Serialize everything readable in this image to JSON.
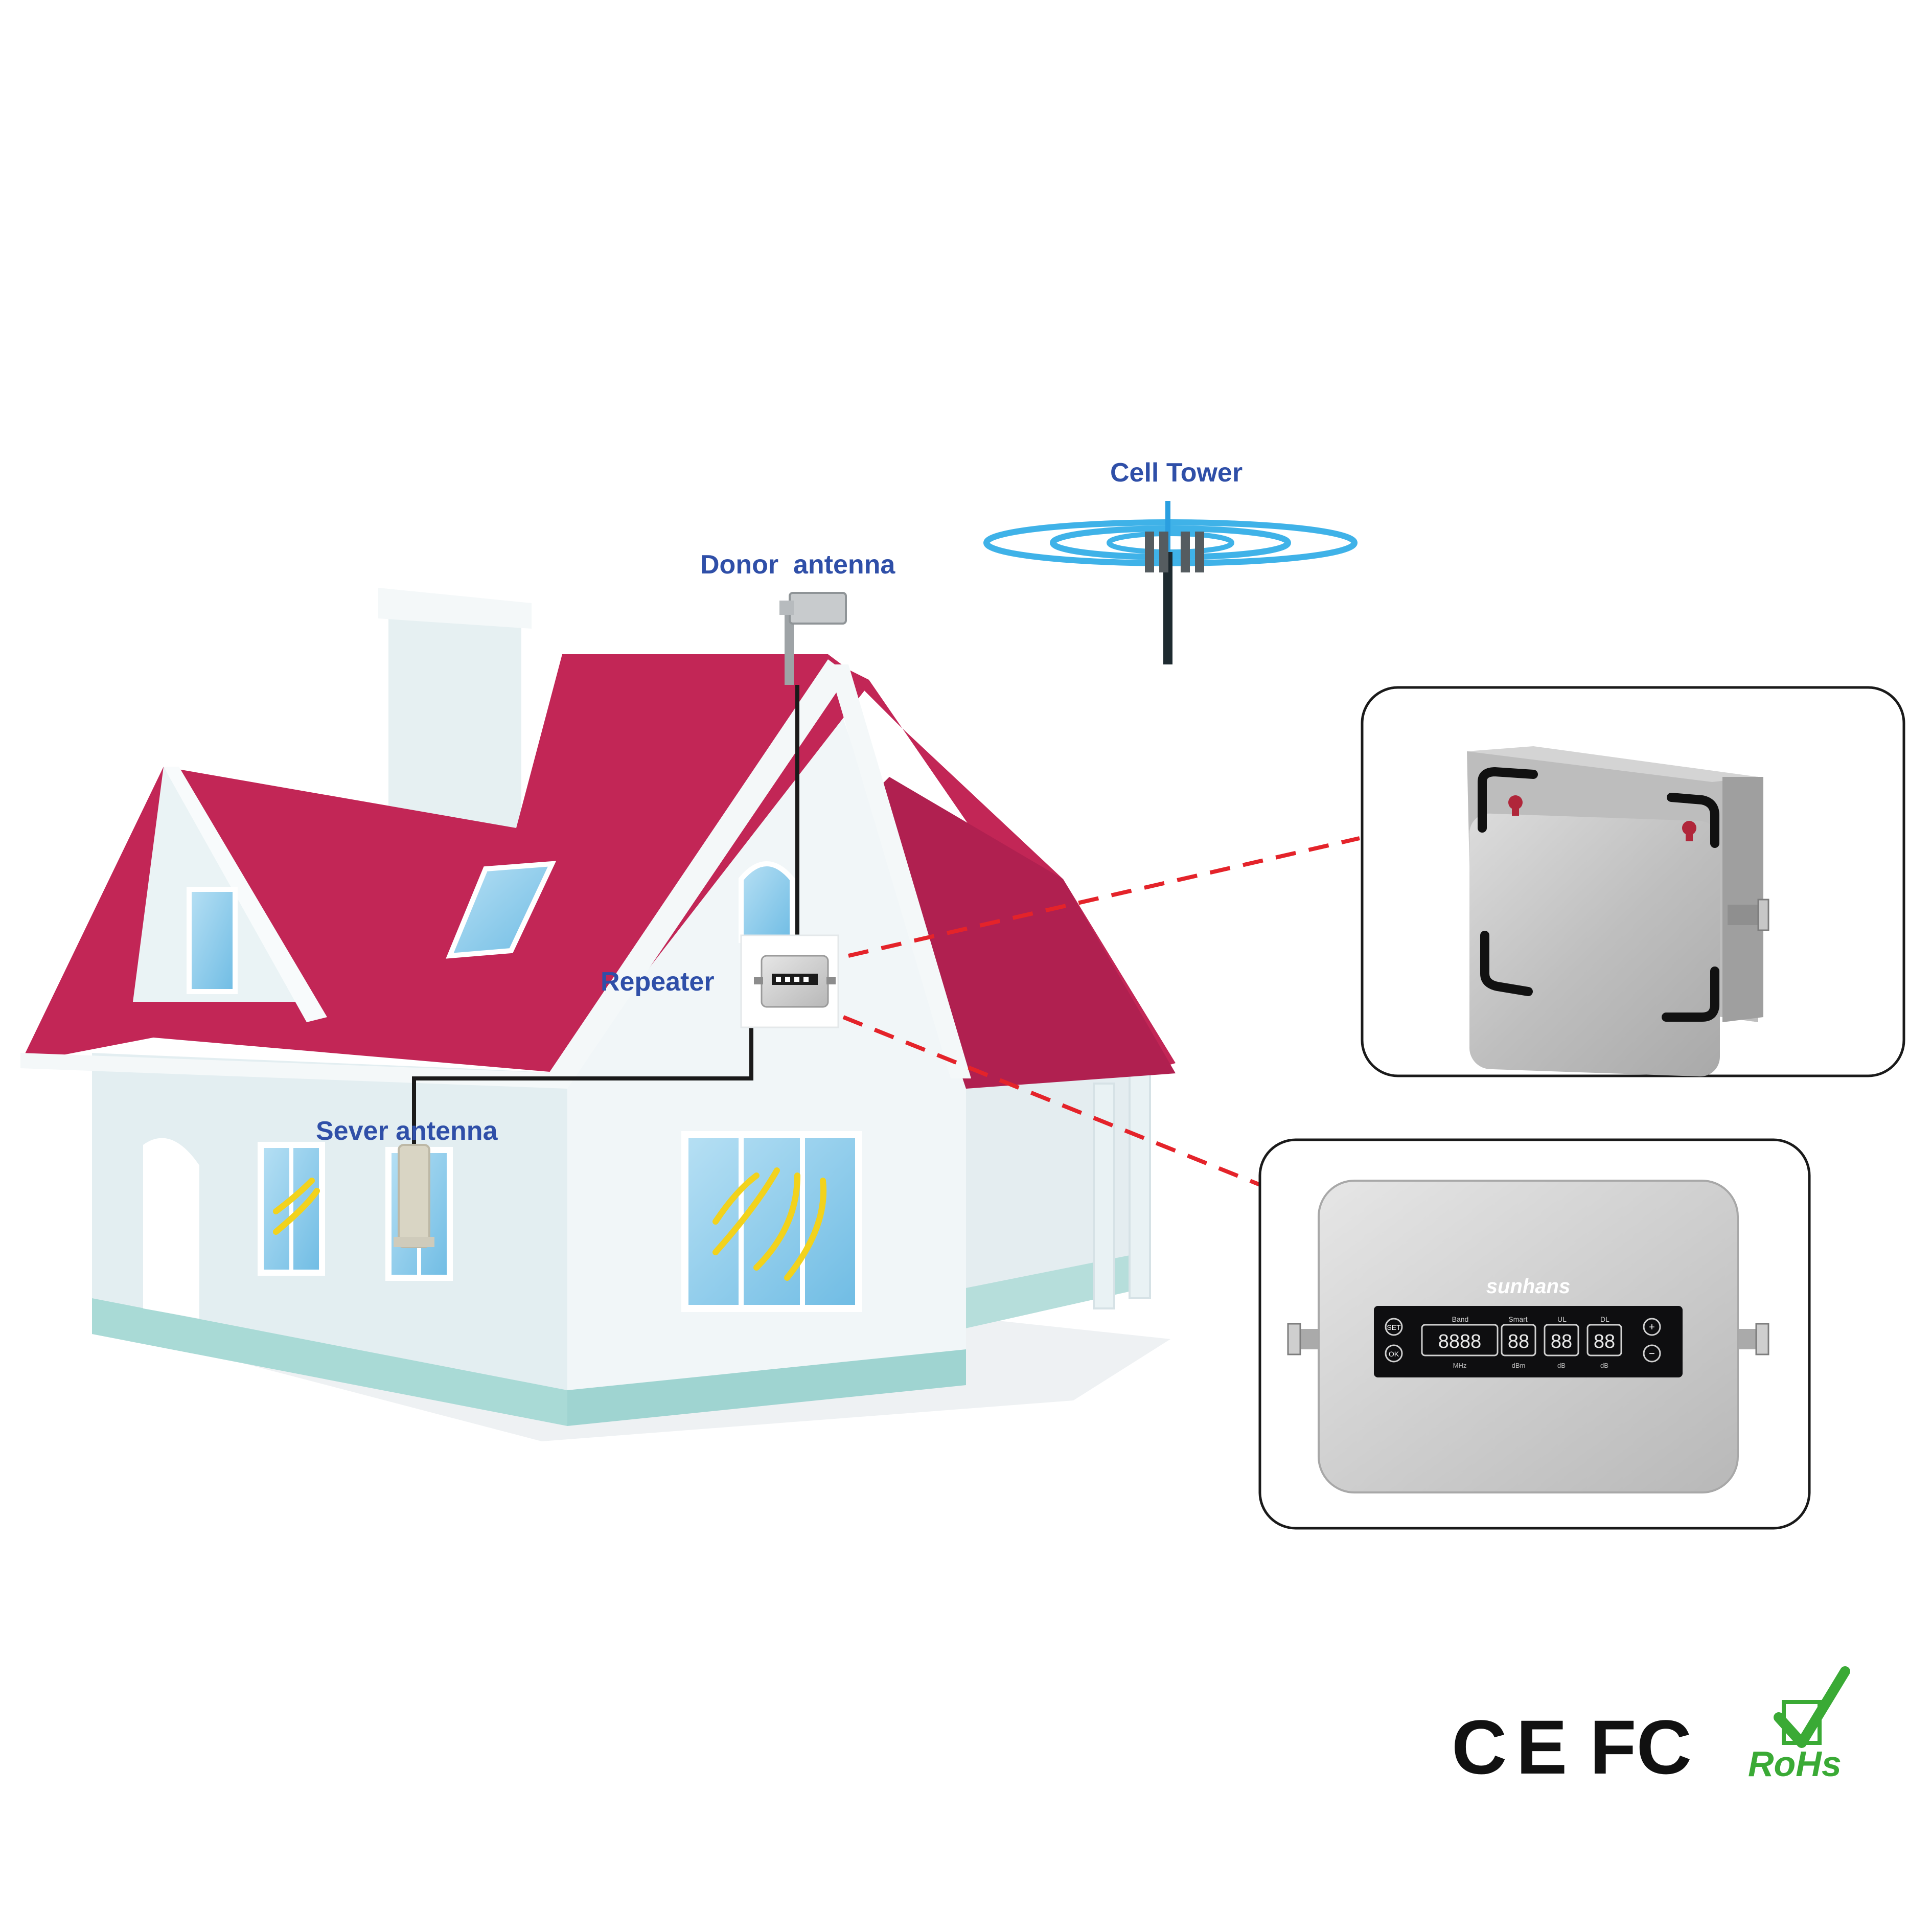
{
  "labels": {
    "cell_tower": "Cell Tower",
    "donor_antenna": "Donor  antenna",
    "repeater": "Repeater",
    "sever_antenna": "Sever antenna"
  },
  "device": {
    "brand": "sunhans",
    "display_headers": [
      "Band",
      "Smart",
      "UL",
      "DL"
    ],
    "display_units": [
      "MHz",
      "dBm",
      "dB",
      "dB"
    ],
    "digits": [
      "8888",
      "88",
      "88",
      "88"
    ],
    "left_buttons": [
      "SET",
      "OK"
    ],
    "right_buttons": [
      "+",
      "−"
    ]
  },
  "certifications": {
    "ce": "CE",
    "fcc": "FC",
    "rohs": "RoHs"
  },
  "colors": {
    "label_blue": "#2f4fa8",
    "roof": "#c22656",
    "roof_shadow": "#9c1d45",
    "wall": "#eaf2f4",
    "base": "#a8d9d6",
    "window_glass": "#7ec4e6",
    "leader_red": "#e4232a",
    "rohs_green": "#3aaa35",
    "signal_blue": "#3fb2e8"
  },
  "icons": [
    "cell-tower-icon",
    "donor-antenna-icon",
    "server-antenna-icon",
    "check-mark-icon"
  ]
}
